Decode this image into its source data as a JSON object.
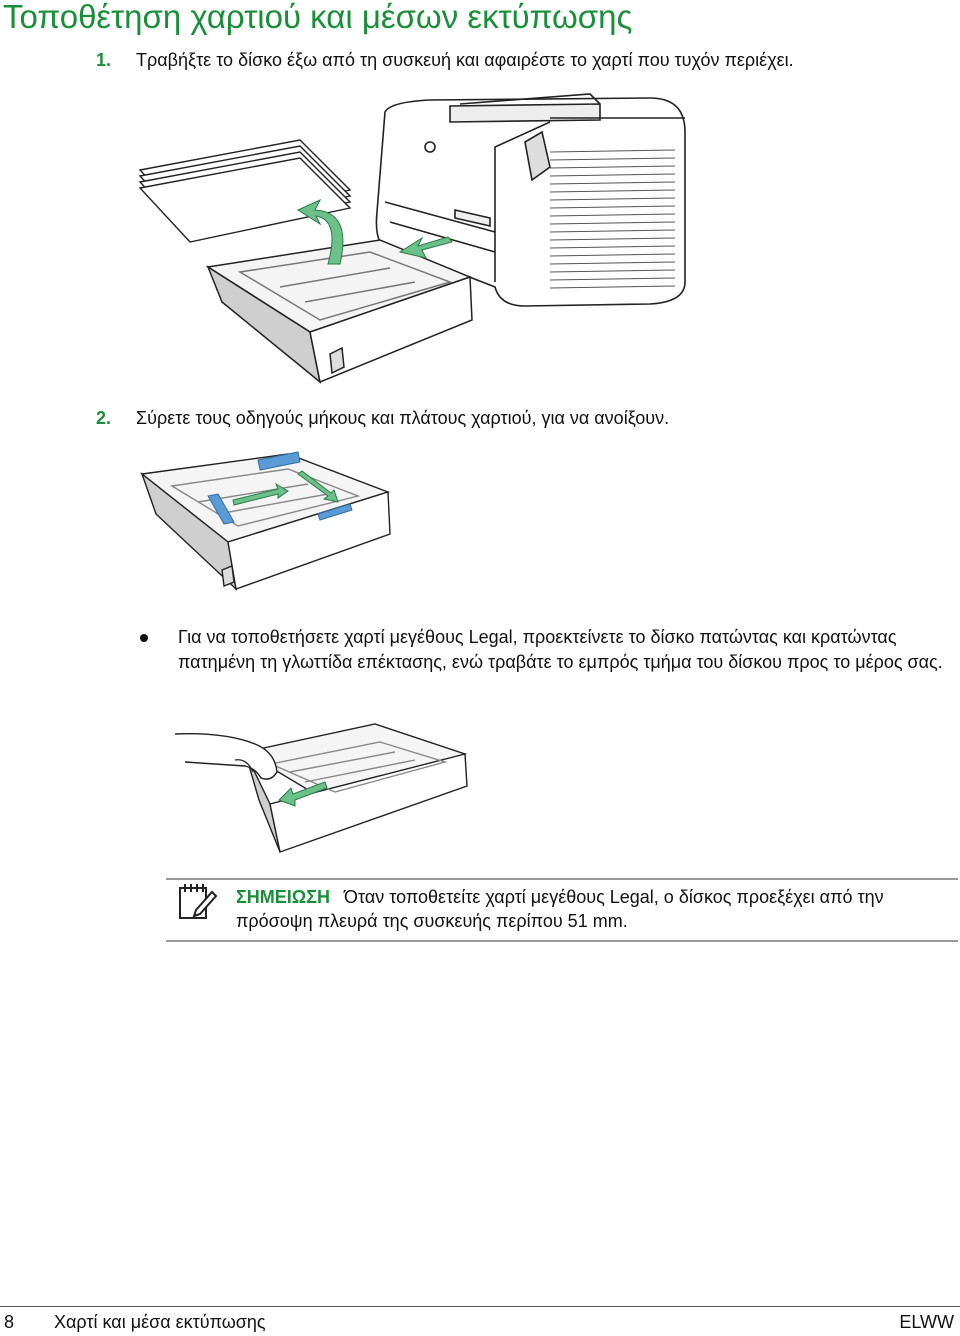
{
  "title": "Τοποθέτηση χαρτιού και μέσων εκτύπωσης",
  "steps": [
    {
      "number": "1.",
      "text": "Τραβήξτε το δίσκο έξω από τη συσκευή και αφαιρέστε το χαρτί που τυχόν περιέχει."
    },
    {
      "number": "2.",
      "text": "Σύρετε τους οδηγούς μήκους και πλάτους χαρτιού, για να ανοίξουν."
    }
  ],
  "bullet": {
    "text": "Για να τοποθετήσετε χαρτί μεγέθους Legal, προεκτείνετε το δίσκο πατώντας και κρατώντας πατημένη τη γλωττίδα επέκτασης, ενώ τραβάτε το εμπρός τμήμα του δίσκου προς το μέρος σας."
  },
  "note": {
    "icon": "note-pencil-icon",
    "label": "ΣΗΜΕΙΩΣΗ",
    "text": "Όταν τοποθετείτε χαρτί μεγέθους Legal, ο δίσκος προεξέχει από την πρόσοψη πλευρά της συσκευής περίπου 51 mm."
  },
  "footer": {
    "page_number": "8",
    "section": "Χαρτί και μέσα εκτύπωσης",
    "code": "ELWW"
  },
  "colors": {
    "heading_green": "#1a8f3a",
    "arrow_green": "#6cc08a",
    "guide_blue": "#5b9bd5"
  }
}
